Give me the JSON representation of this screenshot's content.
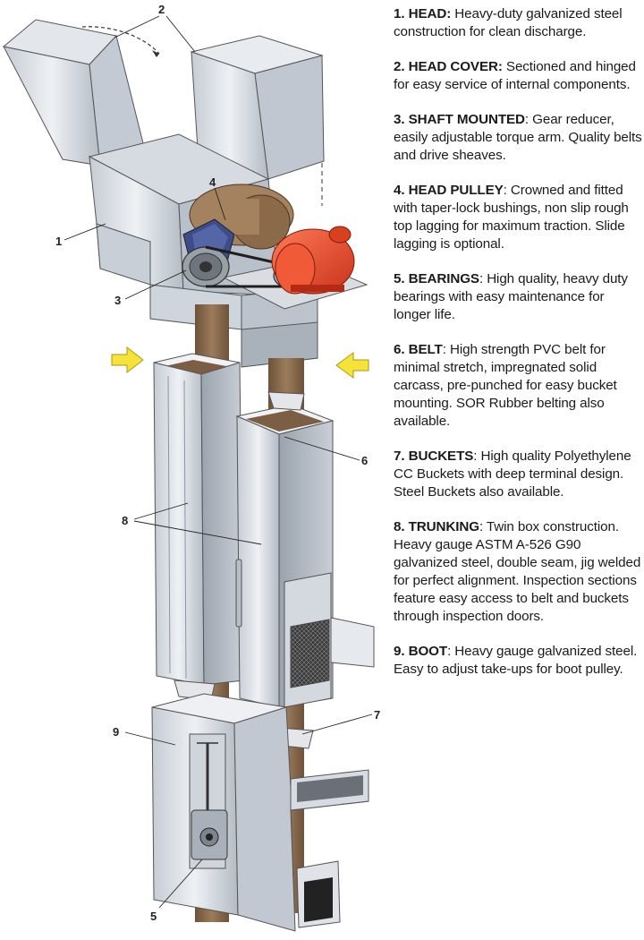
{
  "callouts": [
    "2",
    "4",
    "1",
    "3",
    "6",
    "8",
    "9",
    "7",
    "5"
  ],
  "specs": [
    {
      "title": "1. HEAD:",
      "text": " Heavy-duty galvanized steel construction for clean discharge."
    },
    {
      "title": "2. HEAD COVER:",
      "text": " Sectioned and hinged for easy service of internal components."
    },
    {
      "title": "3. SHAFT MOUNTED",
      "text": ": Gear reducer, easily adjustable torque arm. Quality belts and drive sheaves."
    },
    {
      "title": "4. HEAD PULLEY",
      "text": ": Crowned and fitted with taper-lock bushings, non slip rough top lagging for maximum traction. Slide lagging is optional."
    },
    {
      "title": "5. BEARINGS",
      "text": ": High quality, heavy duty bearings with easy maintenance for longer life."
    },
    {
      "title": "6. BELT",
      "text": ": High strength PVC belt for minimal stretch, impregnated solid carcass, pre-punched for easy bucket mounting. SOR Rubber belting also available."
    },
    {
      "title": "7. BUCKETS",
      "text": ": High quality Polyethylene CC Buckets with deep terminal design. Steel Buckets also available."
    },
    {
      "title": "8. TRUNKING",
      "text": ": Twin box construction. Heavy gauge ASTM A-526 G90 galvanized steel, double seam, jig welded for perfect alignment. Inspection sections feature easy access to belt and buckets through inspection doors."
    },
    {
      "title": "9. BOOT",
      "text": ": Heavy gauge galvanized steel. Easy to adjust take-ups for boot pulley."
    }
  ],
  "colors": {
    "steel_light": "#dde2e8",
    "steel_mid": "#b9c1cb",
    "steel_dark": "#8e98a4",
    "belt": "#8a6a4c",
    "motor": "#e8452a",
    "gear": "#3d4d8c",
    "arrow": "#f6e33a"
  }
}
